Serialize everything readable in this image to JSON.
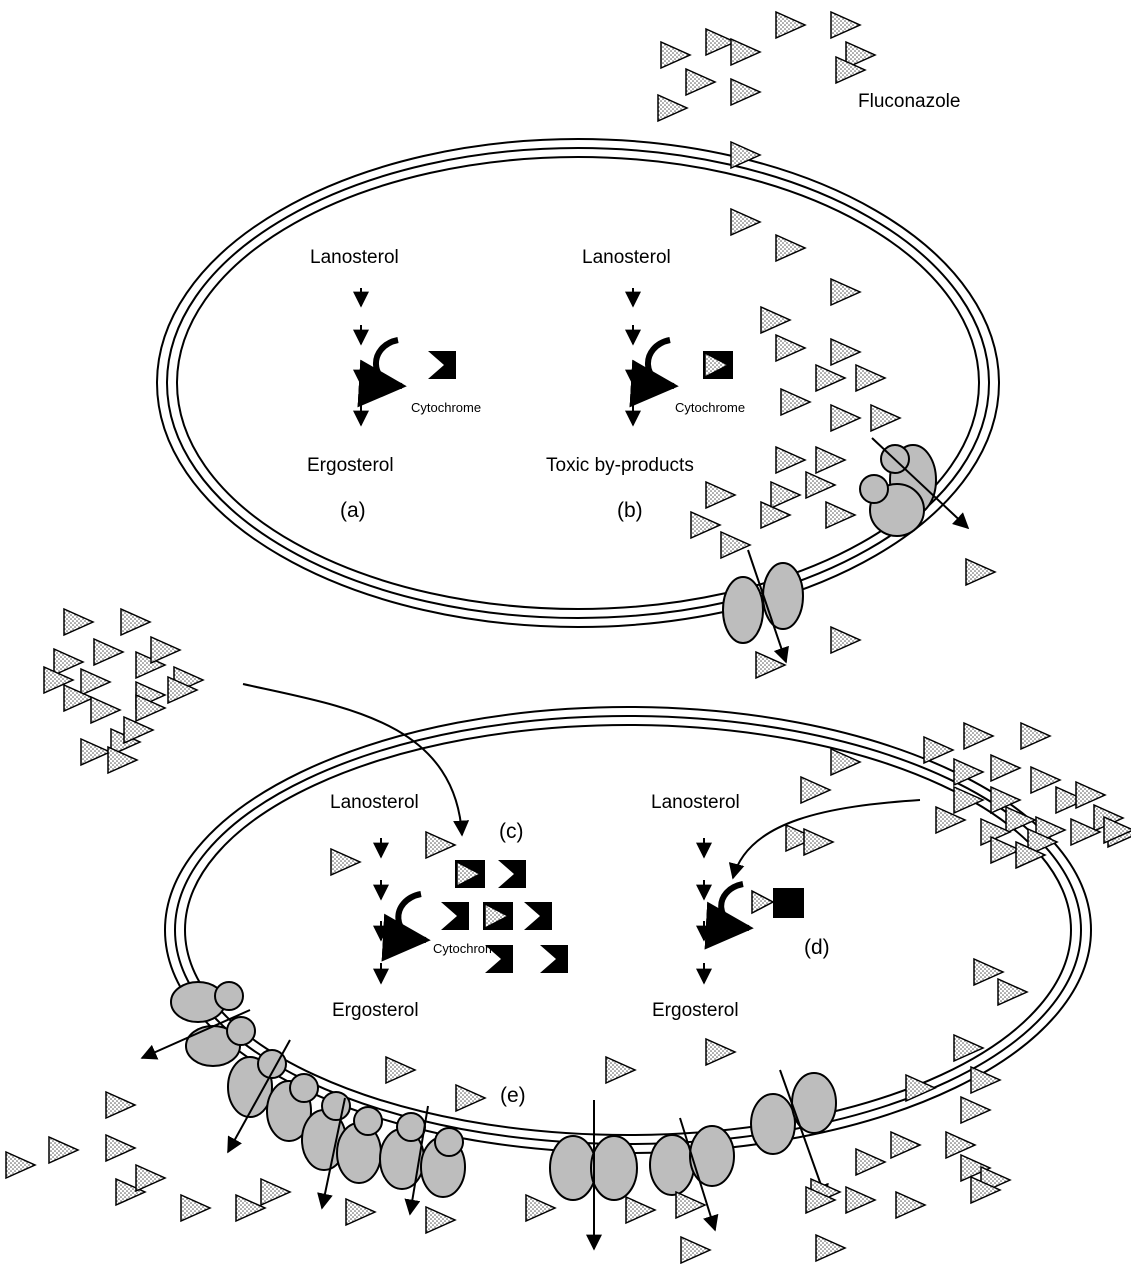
{
  "drug_label": "Fluconazole",
  "panels": {
    "a": {
      "letter": "(a)",
      "start": "Lanosterol",
      "end": "Ergosterol",
      "enzyme": "Cytochrome"
    },
    "b": {
      "letter": "(b)",
      "start": "Lanosterol",
      "end": "Toxic by-products",
      "enzyme": "Cytochrome"
    },
    "c": {
      "letter": "(c)",
      "start": "Lanosterol",
      "end": "Ergosterol",
      "enzyme": "Cytochrome"
    },
    "d": {
      "letter": "(d)",
      "start": "Lanosterol",
      "end": "Ergosterol"
    },
    "e": {
      "letter": "(e)"
    }
  },
  "colors": {
    "ink": "#000000",
    "pump": "#bdbdbd",
    "drug_fill": "#d9d9d9"
  }
}
